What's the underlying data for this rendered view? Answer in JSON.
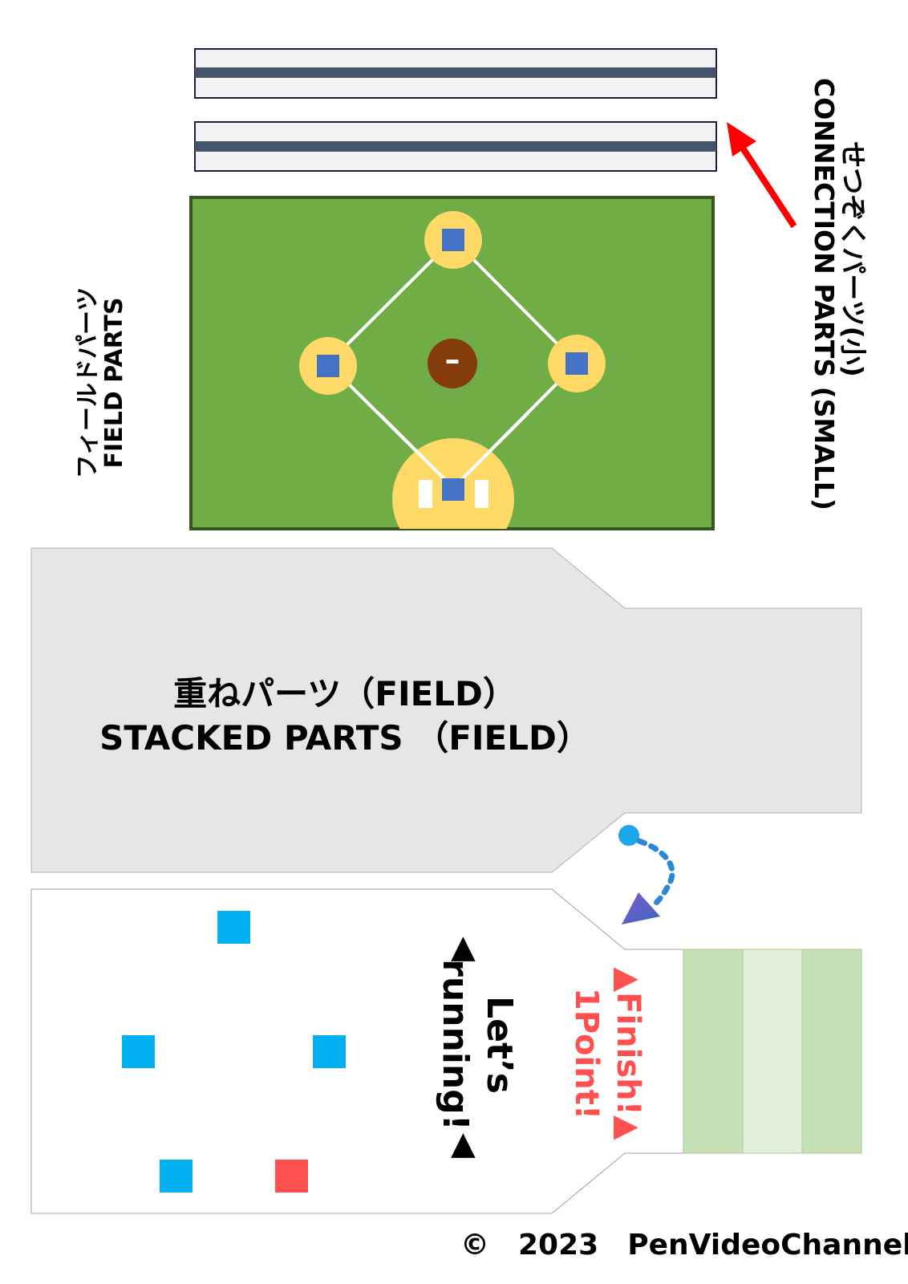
{
  "connection_label": {
    "jp": "せつぞくパーツ(小)",
    "en": "CONNECTION PARTS (SMALL)"
  },
  "field_label": {
    "jp": "フィールドパーツ",
    "en": "FIELD PARTS"
  },
  "stacked_label": {
    "jp": "重ねパーツ（FIELD）",
    "en": "STACKED PARTS （FIELD）"
  },
  "run_label": {
    "line1": "Let’s",
    "line2": "running!",
    "arrow_up": "▲",
    "arrow_down": "▲"
  },
  "finish_label": {
    "line1": "▲Finish!▲",
    "line2": "1Point!"
  },
  "pitcher_mark": "–",
  "copyright": "©　2023　PenVideoChannel",
  "colors": {
    "field_green": "#70ad47",
    "field_border": "#375623",
    "base_circle": "#ffd966",
    "base_square": "#4472c4",
    "mound": "#843c0c",
    "stacked_gray": "#e6e6e6",
    "cyan_square": "#00b0f0",
    "red_square": "#ff5050",
    "finish_red": "#ff5050",
    "stripe_dark": "#c5e0b4",
    "stripe_light": "#e2efda",
    "bar_fill": "#f2f2f2",
    "bar_stripe": "#44546a",
    "arrow_red": "#ff0000"
  }
}
